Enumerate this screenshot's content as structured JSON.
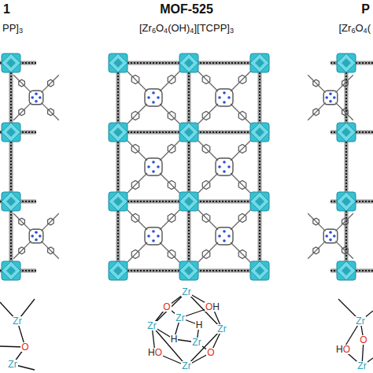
{
  "diagram": {
    "labels": [
      "1",
      "PP]3",
      "MOF-525",
      "[Zr6O4(OH)4][TCPP]3",
      "P",
      "[Zr6O4(",
      "Zr",
      "O",
      "Zr",
      "Zr",
      "O",
      "OH",
      "Zr",
      "Zr",
      "H",
      "Zr",
      "H",
      "Zr",
      "HO",
      "O",
      "Zr",
      "Zr",
      "HO",
      "O",
      "Zr"
    ]
  }
}
